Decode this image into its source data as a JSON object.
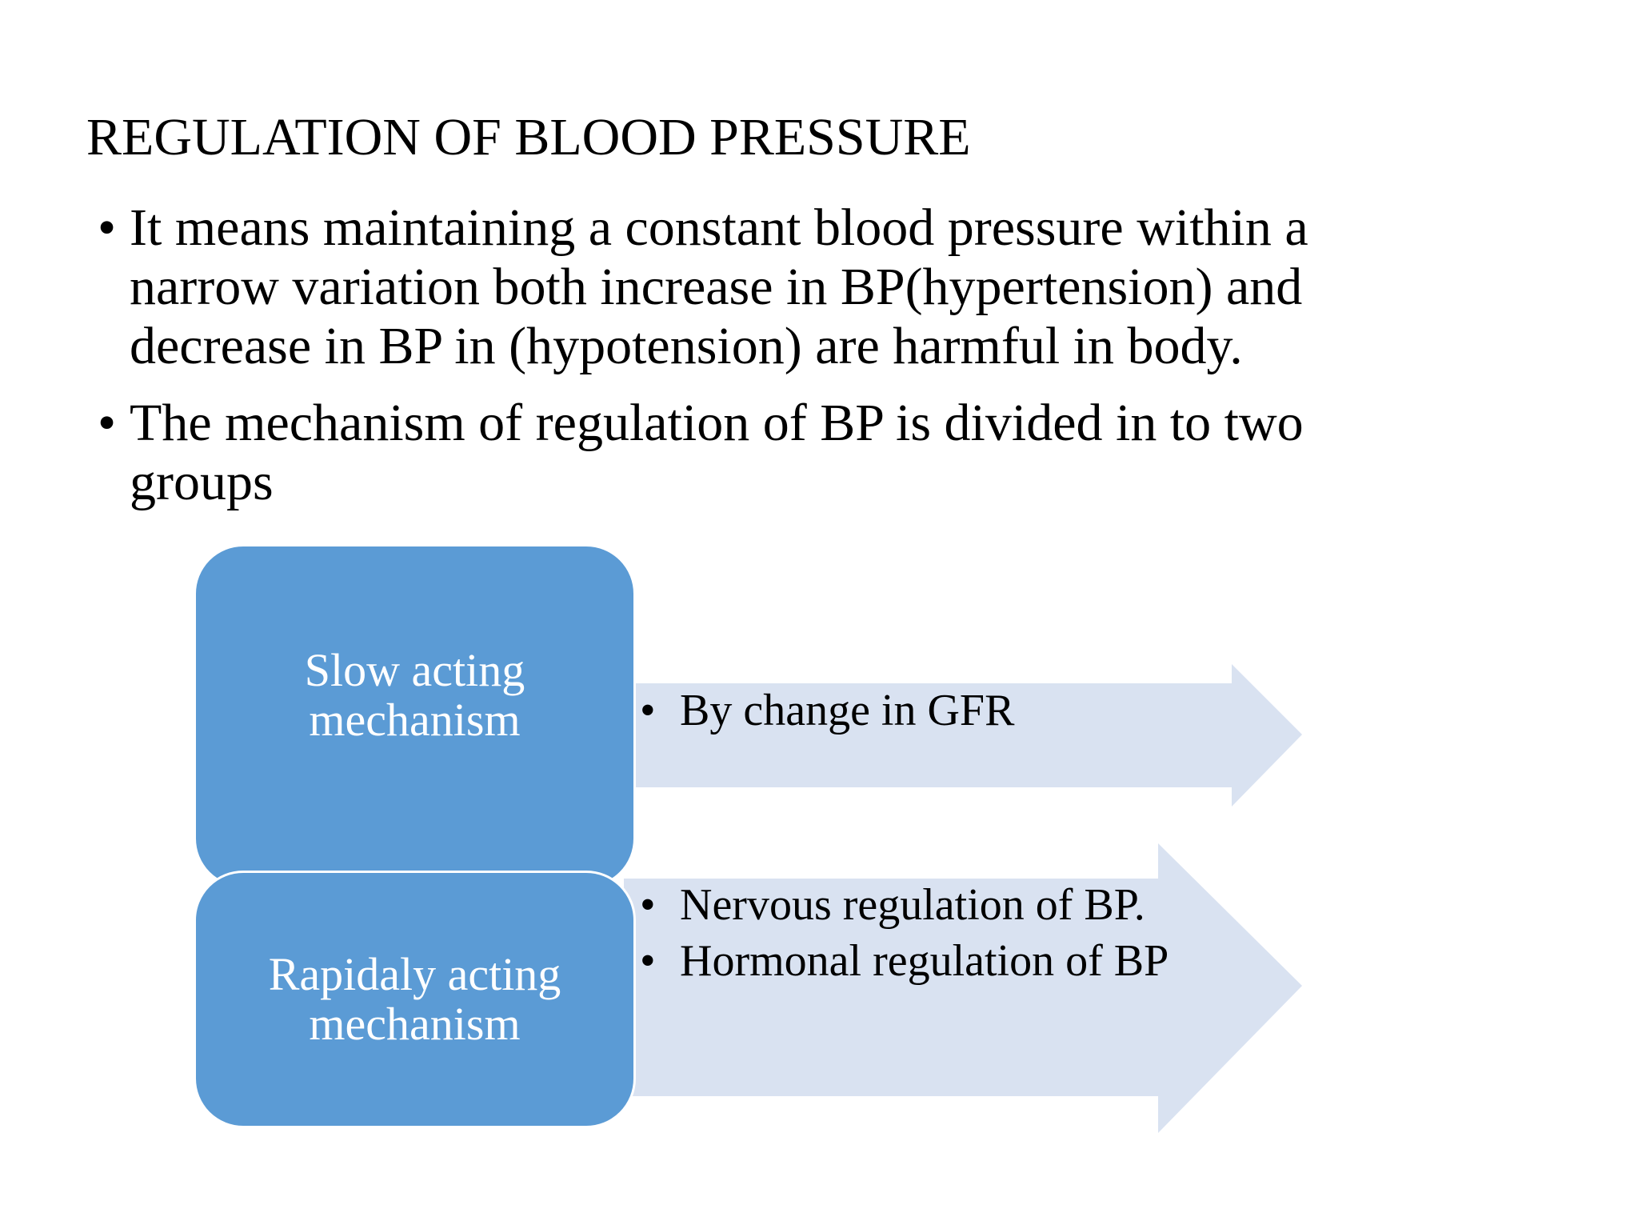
{
  "slide": {
    "title": "REGULATION OF BLOOD PRESSURE",
    "bullet_symbol": "•",
    "bullets": [
      "It means maintaining a constant blood pressure within a narrow variation both increase in BP(hypertension) and decrease in BP in (hypotension) are harmful in body.",
      "The mechanism of regulation of BP is divided in to two groups"
    ]
  },
  "diagram": {
    "colors": {
      "box": "#5b9bd5",
      "arrow": "#d9e2f1",
      "box_text": "#ffffff"
    },
    "groups": [
      {
        "label": "Slow acting mechanism",
        "items": [
          "By change in GFR"
        ]
      },
      {
        "label": "Rapidaly acting mechanism",
        "items": [
          "Nervous regulation of BP.",
          "Hormonal regulation of BP"
        ]
      }
    ]
  }
}
